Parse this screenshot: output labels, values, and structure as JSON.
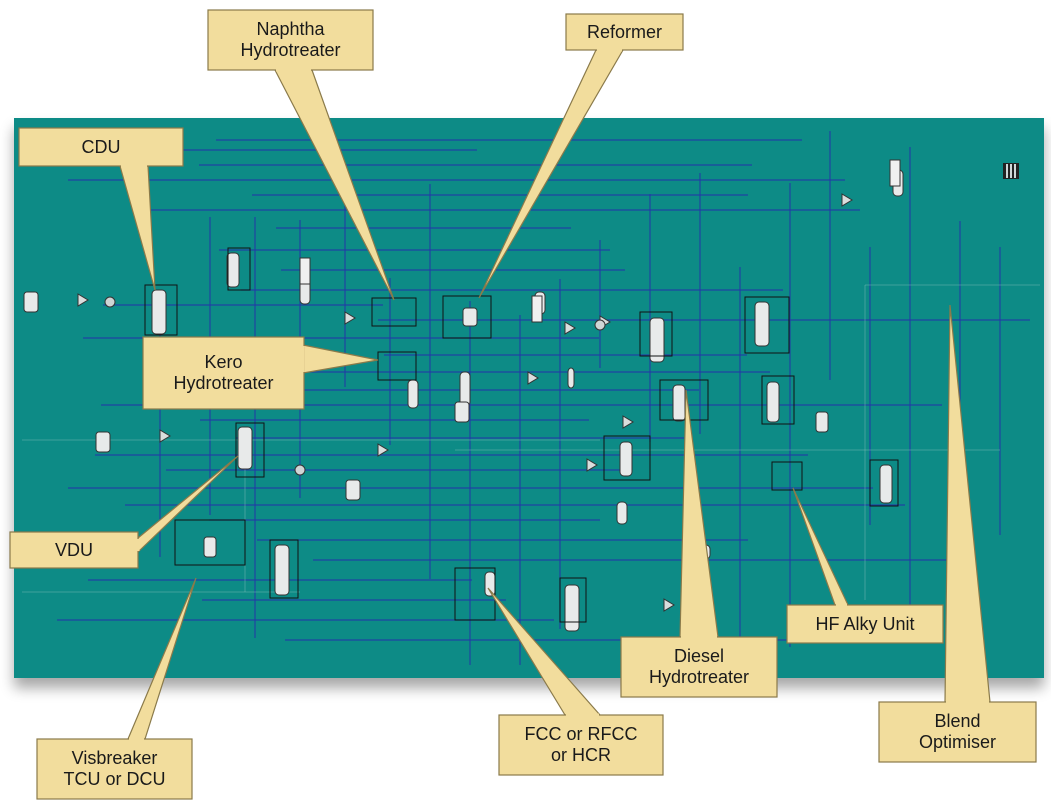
{
  "colors": {
    "panel": "#0e8b86",
    "callout_fill": "#f2dd9d",
    "callout_stroke": "#8a7a4a",
    "line": "#2438a8",
    "unit": "#e8eaea"
  },
  "callouts": [
    {
      "id": "cdu",
      "text": "CDU"
    },
    {
      "id": "naphtha",
      "text": "Naphtha\nHydrotreater"
    },
    {
      "id": "reformer",
      "text": "Reformer"
    },
    {
      "id": "kero",
      "text": "Kero\nHydrotreater"
    },
    {
      "id": "vdu",
      "text": "VDU"
    },
    {
      "id": "visbreaker",
      "text": "Visbreaker\nTCU or DCU"
    },
    {
      "id": "fcc",
      "text": "FCC or RFCC\nor HCR"
    },
    {
      "id": "diesel",
      "text": "Diesel\nHydrotreater"
    },
    {
      "id": "hfalky",
      "text": "HF Alky Unit"
    },
    {
      "id": "blend",
      "text": "Blend\nOptimiser"
    }
  ]
}
